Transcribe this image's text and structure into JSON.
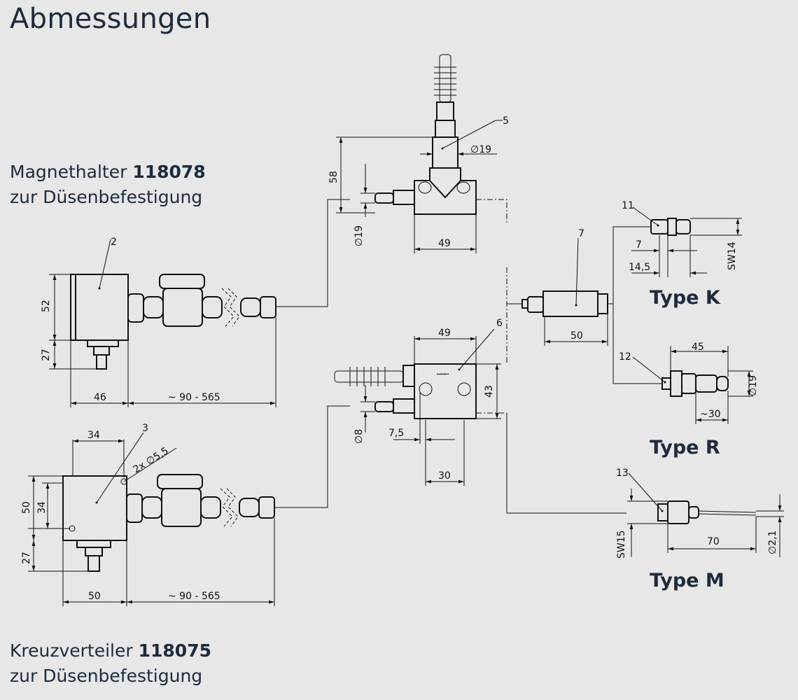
{
  "page": {
    "title": "Abmessungen"
  },
  "products": [
    {
      "name": "Magnethalter",
      "code": "118078",
      "subtitle": "zur Düsenbefestigung"
    },
    {
      "name": "Kreuzverteiler",
      "code": "118075",
      "subtitle": "zur Düsenbefestigung"
    }
  ],
  "types": [
    "Type K",
    "Type R",
    "Type M"
  ],
  "parts": {
    "p2": "2",
    "p3": "3",
    "p5": "5",
    "p6": "6",
    "p7": "7",
    "p11": "11",
    "p12": "12",
    "p13": "13"
  },
  "dims": {
    "mag_52": "52",
    "mag_27": "27",
    "mag_46": "46",
    "mag_len": "~ 90 - 565",
    "kv_34w": "34",
    "kv_holes": "2x ∅5,5",
    "kv_50h": "50",
    "kv_34h": "34",
    "kv_27": "27",
    "kv_50w": "50",
    "kv_len": "~ 90 - 565",
    "top_58": "58",
    "top_d19a": "∅19",
    "top_d19b": "∅19",
    "top_49": "49",
    "mid_49": "49",
    "mid_43": "43",
    "mid_d8": "∅8",
    "mid_7_5": "7,5",
    "mid_30": "30",
    "n7_50": "50",
    "k_7": "7",
    "k_14_5": "14,5",
    "k_sw14": "SW14",
    "r_45": "45",
    "r_d19": "∅19",
    "r_30": "~30",
    "m_sw15": "SW15",
    "m_70": "70",
    "m_d2_1": "∅2,1"
  }
}
